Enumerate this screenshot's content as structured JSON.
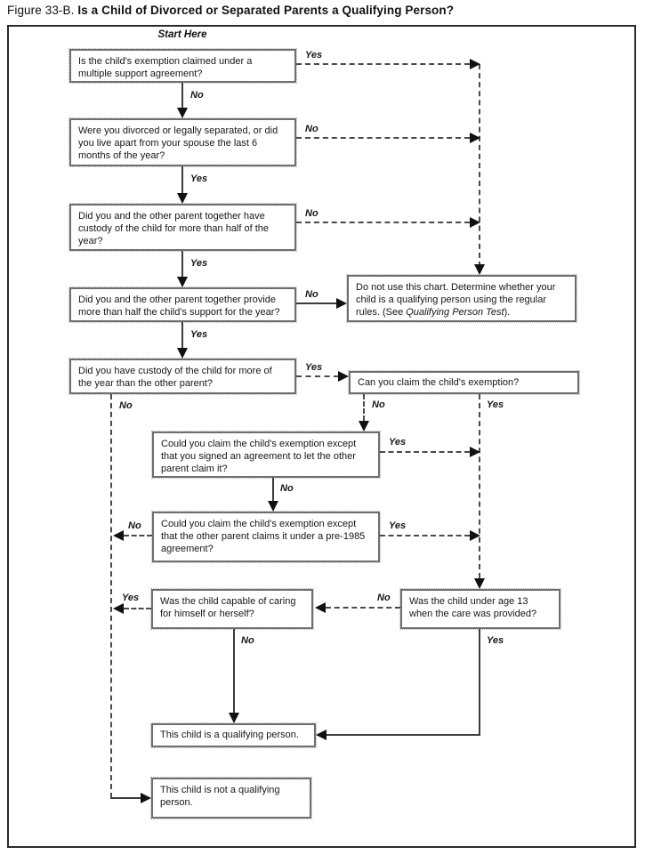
{
  "title": {
    "prefix": "Figure 33-B.",
    "main": "Is a Child of Divorced or Separated Parents a Qualifying Person?"
  },
  "start_label": "Start Here",
  "labels": {
    "yes": "Yes",
    "no": "No"
  },
  "nodes": {
    "q1": {
      "text": "Is the child's exemption claimed under a multiple support agreement?"
    },
    "q2": {
      "text": "Were you divorced or legally separated, or did you live apart from your spouse the last 6 months of the year?"
    },
    "q3": {
      "text": "Did you and the other parent together have custody of the child for more than half of the year?"
    },
    "q4": {
      "text": "Did you and the other parent together provide more than half the child's support for the year?"
    },
    "do_not_use": {
      "before": "Do not use this chart. Determine whether your child is a qualifying person using the regular rules. (See ",
      "italic": "Qualifying Person Test",
      "after": ")."
    },
    "q5": {
      "text": "Did you have custody of the child for more of the year than the other parent?"
    },
    "q6": {
      "text": "Can you claim the child's exemption?"
    },
    "q7": {
      "text": "Could you claim the child's exemption except that you signed an agreement to let the other parent claim it?"
    },
    "q8": {
      "text": "Could you claim the child's exemption except that the other parent claims it under a pre-1985 agreement?"
    },
    "q9": {
      "text": "Was the child capable of caring for himself or herself?"
    },
    "q10": {
      "text": "Was the child under age 13 when the care was provided?"
    },
    "r_qualifying": {
      "text": "This child is a qualifying person."
    },
    "r_not_qualifying": {
      "text": "This child is not a qualifying person."
    }
  }
}
